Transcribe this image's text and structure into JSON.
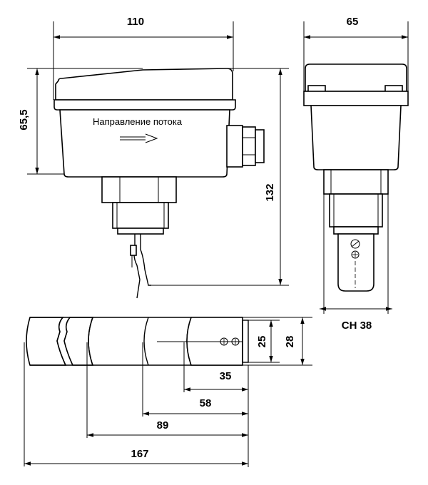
{
  "dimensions": {
    "housing_width": "110",
    "housing_depth": "65",
    "housing_height": "65,5",
    "total_height": "132",
    "wrench_size": "CH 38",
    "paddle_inner_width": "25",
    "paddle_outer_width": "28",
    "paddle_length_1": "35",
    "paddle_length_2": "58",
    "paddle_length_3": "89",
    "paddle_length_4": "167"
  },
  "flow_label": "Направление потока"
}
